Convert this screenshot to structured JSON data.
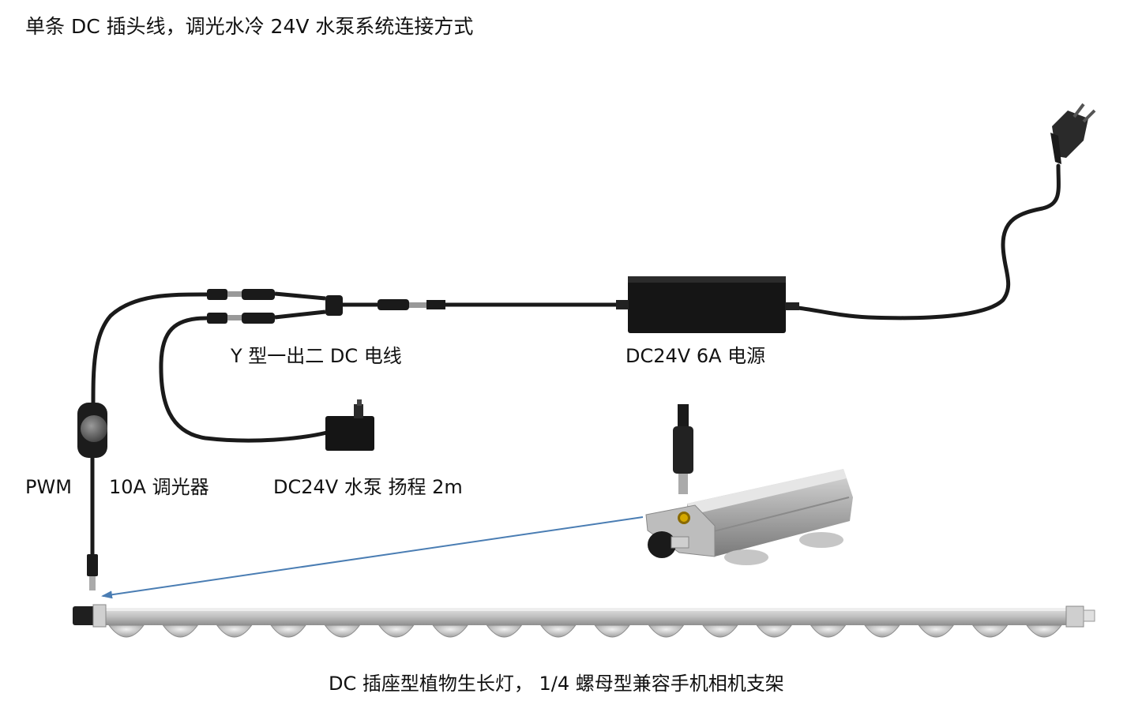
{
  "title": "单条 DC 插头线，调光水冷 24V 水泵系统连接方式",
  "labels": {
    "splitter": "Y 型一出二 DC 电线",
    "power_supply": "DC24V 6A 电源",
    "pwm": "PWM",
    "dimmer": "10A 调光器",
    "pump": "DC24V 水泵  扬程 2m",
    "grow_light": "DC 插座型植物生长灯，   1/4 螺母型兼容手机相机支架"
  },
  "components": [
    {
      "name": "ac-wall-plug",
      "icon": "power-plug-icon"
    },
    {
      "name": "power-supply",
      "icon": "power-adapter-icon"
    },
    {
      "name": "y-splitter-cable",
      "icon": "y-cable-icon"
    },
    {
      "name": "pwm-dimmer",
      "icon": "dimmer-knob-icon"
    },
    {
      "name": "water-pump",
      "icon": "pump-icon"
    },
    {
      "name": "dc-plug",
      "icon": "dc-plug-icon"
    },
    {
      "name": "lamp-end-detail",
      "icon": "connector-detail-icon"
    },
    {
      "name": "led-grow-bar",
      "icon": "led-bar-icon"
    }
  ],
  "led_count": 18,
  "colors": {
    "cable": "#1a1a1a",
    "arrow": "#4a7db3",
    "bar": "#b8b8b8",
    "accent": "#d4a800"
  }
}
